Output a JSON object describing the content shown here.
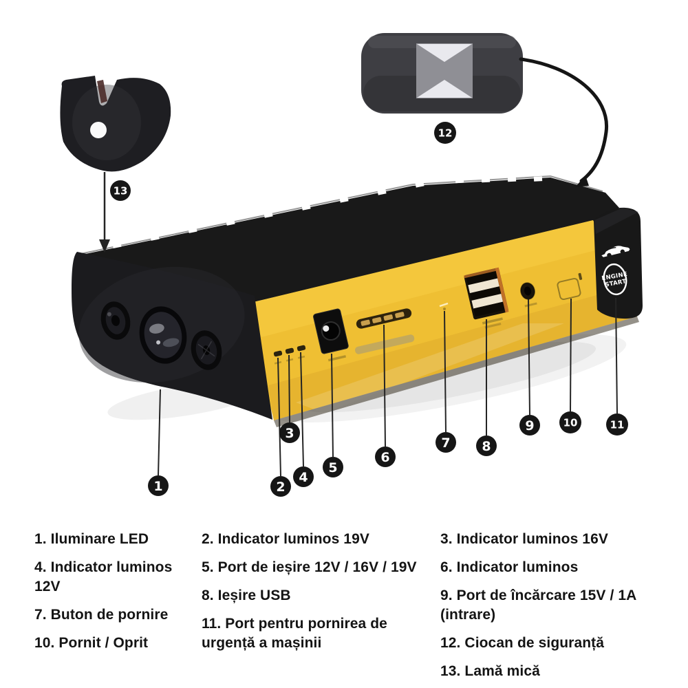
{
  "title": "Jump starter product callout diagram",
  "language": "ro",
  "colors": {
    "body_yellow": "#EFBF33",
    "body_black": "#191919",
    "usb_orange": "#C07027",
    "badge_black": "#161616",
    "legend_text": "#141414"
  },
  "device": {
    "engine_start_line1": "ENGINE",
    "engine_start_line2": "START"
  },
  "callouts": [
    "1",
    "2",
    "3",
    "4",
    "5",
    "6",
    "7",
    "8",
    "9",
    "10",
    "11",
    "12",
    "13"
  ],
  "legend": {
    "columns": [
      [
        "1. Iluminare LED",
        "4. Indicator luminos 12V",
        "7. Buton de pornire",
        "10. Pornit / Oprit"
      ],
      [
        "2. Indicator luminos 19V",
        "5. Port de ieșire 12V / 16V / 19V",
        "8. Ieșire USB",
        "11. Port pentru pornirea de urgență a mașinii"
      ],
      [
        "3. Indicator luminos 16V",
        "6. Indicator luminos",
        "9. Port de încărcare 15V / 1A (intrare)",
        "12. Ciocan de siguranță",
        "13. Lamă mică"
      ]
    ]
  }
}
